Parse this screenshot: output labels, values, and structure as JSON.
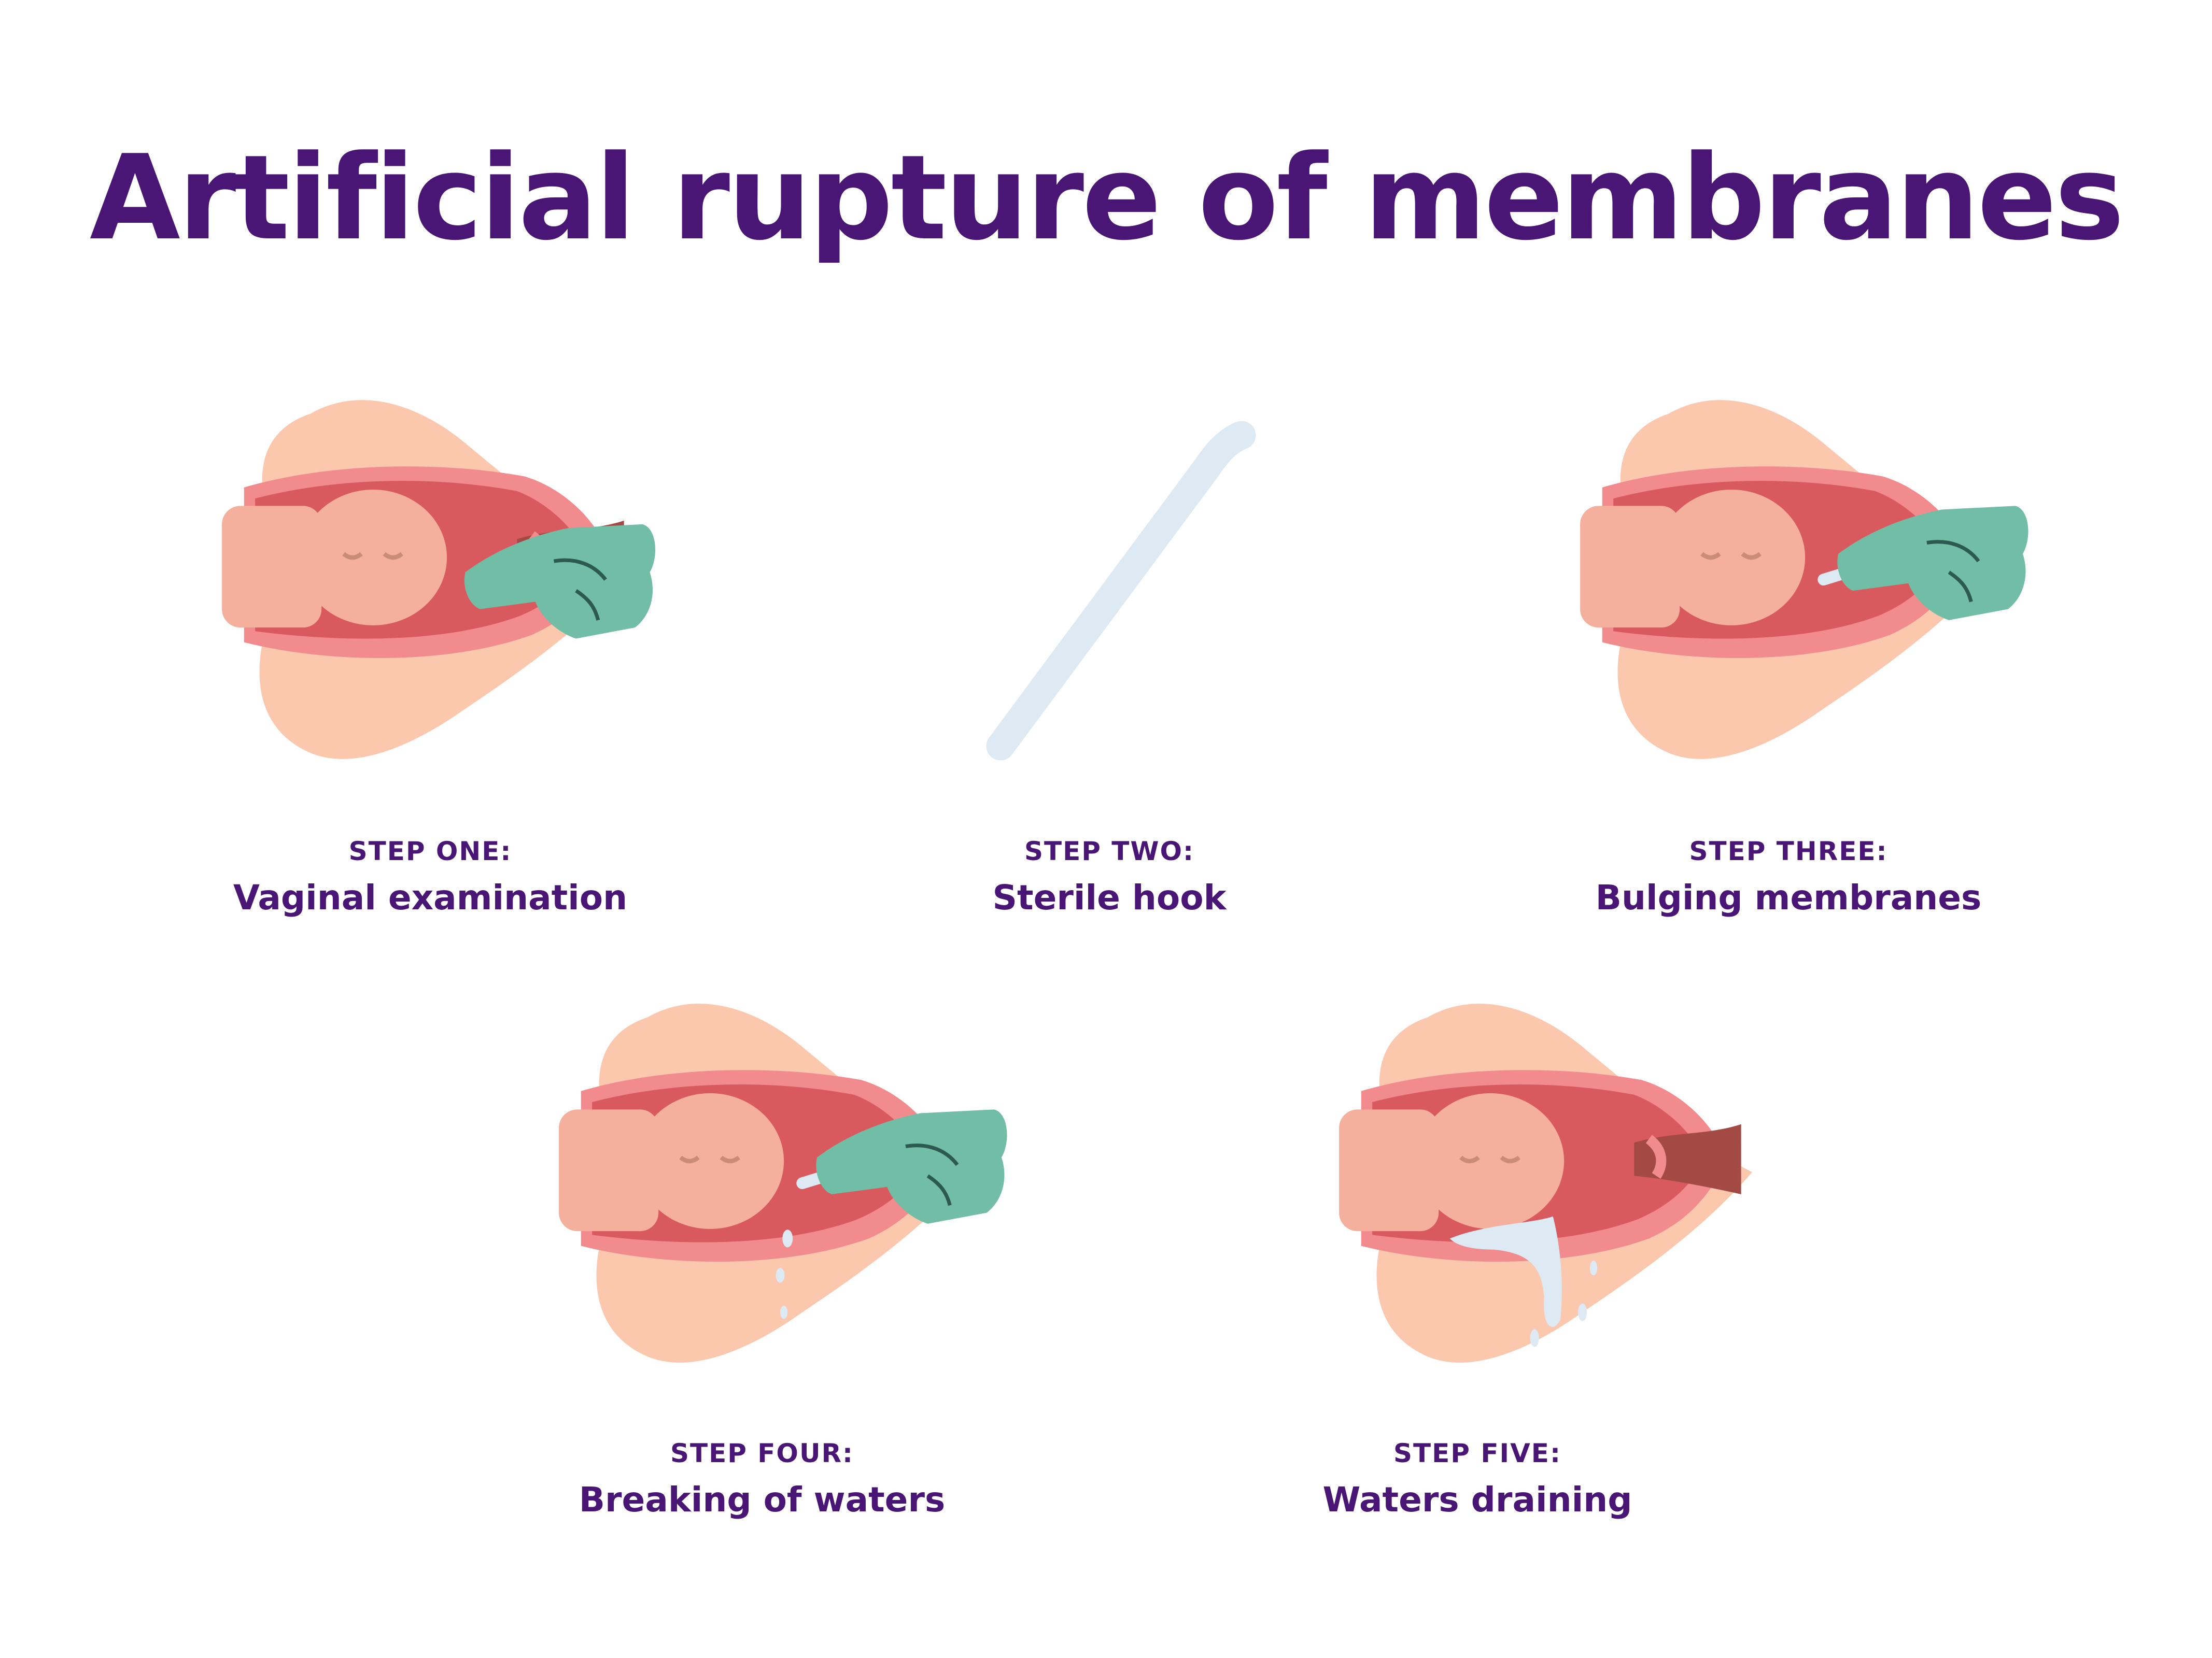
{
  "title": "Artificial rupture of membranes",
  "steps": [
    {
      "label": "STEP ONE:",
      "name": "Vaginal examination"
    },
    {
      "label": "STEP TWO:",
      "name": "Sterile hook"
    },
    {
      "label": "STEP THREE:",
      "name": "Bulging membranes"
    },
    {
      "label": "STEP FOUR:",
      "name": "Breaking of waters"
    },
    {
      "label": "STEP FIVE:",
      "name": "Waters draining"
    }
  ],
  "colors": {
    "title": "#4a1675",
    "skin": "#fbc7ad",
    "uterus_wall": "#f28b8e",
    "uterus_inner": "#d95a5e",
    "baby": "#f4b09c",
    "glove": "#72bda6",
    "hook": "#dde9f3",
    "water": "#dde9f3"
  },
  "icons": [
    "birth-canal-illustration",
    "gloved-hand-icon",
    "sterile-hook-icon",
    "water-drops-icon"
  ]
}
